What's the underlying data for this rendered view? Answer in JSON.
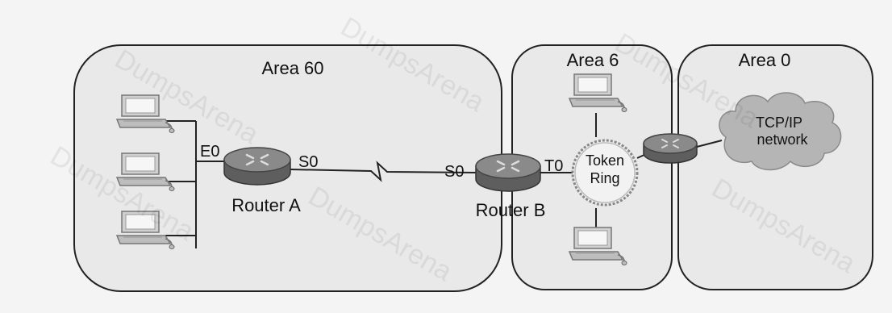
{
  "areas": {
    "area60": "Area 60",
    "area6": "Area 6",
    "area0": "Area 0"
  },
  "routers": {
    "router_a": "Router A",
    "router_b": "Router B"
  },
  "interfaces": {
    "a_e0": "E0",
    "a_s0": "S0",
    "b_s0": "S0",
    "b_t0": "T0"
  },
  "token_ring": {
    "line1": "Token",
    "line2": "Ring"
  },
  "cloud": {
    "line1": "TCP/IP",
    "line2": "network"
  },
  "watermark": "DumpsArena",
  "colors": {
    "area_fill": "#e9e9e9",
    "area_stroke": "#222222",
    "router_body": "#6b6b6b",
    "router_top": "#8c8c8c",
    "cloud_fill": "#b5b5b5",
    "ring_fill": "#f2f2f2"
  },
  "icons": {
    "router": "router-icon",
    "computer": "computer-icon",
    "cloud": "cloud-icon",
    "token_ring": "token-ring-icon"
  }
}
